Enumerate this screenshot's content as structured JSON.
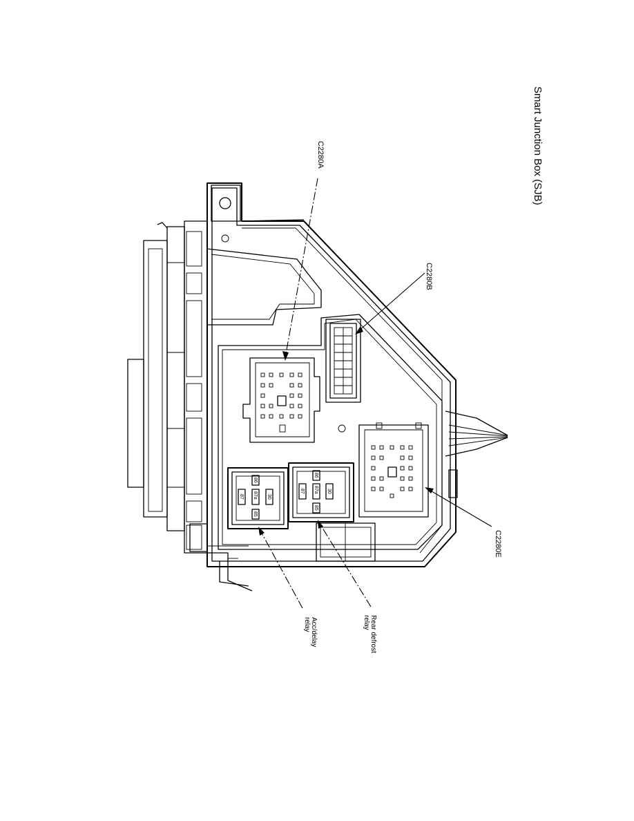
{
  "title": "Smart Junction Box (SJB)",
  "callouts": {
    "c2280a": "C2280A",
    "c2280b": "C2280B",
    "c2280e": "C2280E",
    "rear_defrost": [
      "Rear defrost",
      "relay"
    ],
    "acc_delay": [
      "Acc/delay",
      "relay"
    ]
  },
  "relays": {
    "rear_defrost": {
      "terminals": [
        "86",
        "87a",
        "30",
        "87",
        "85"
      ]
    },
    "acc_delay": {
      "terminals": [
        "86",
        "87a",
        "30",
        "87",
        "85"
      ]
    }
  }
}
